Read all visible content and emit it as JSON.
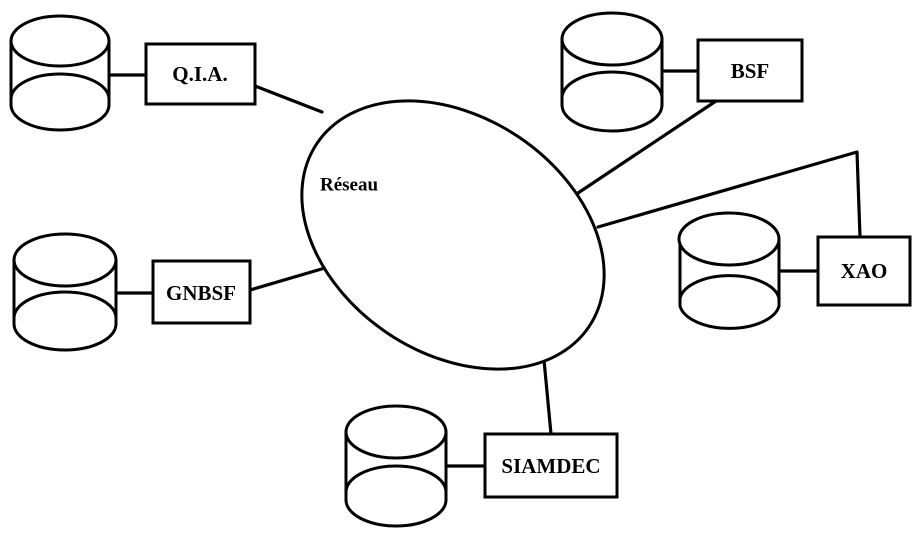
{
  "diagram": {
    "network": {
      "label": "Réseau"
    },
    "nodes": {
      "qia": {
        "label": "Q.I.A."
      },
      "bsf": {
        "label": "BSF"
      },
      "gnbsf": {
        "label": "GNBSF"
      },
      "xao": {
        "label": "XAO"
      },
      "siamdec": {
        "label": "SIAMDEC"
      }
    }
  }
}
